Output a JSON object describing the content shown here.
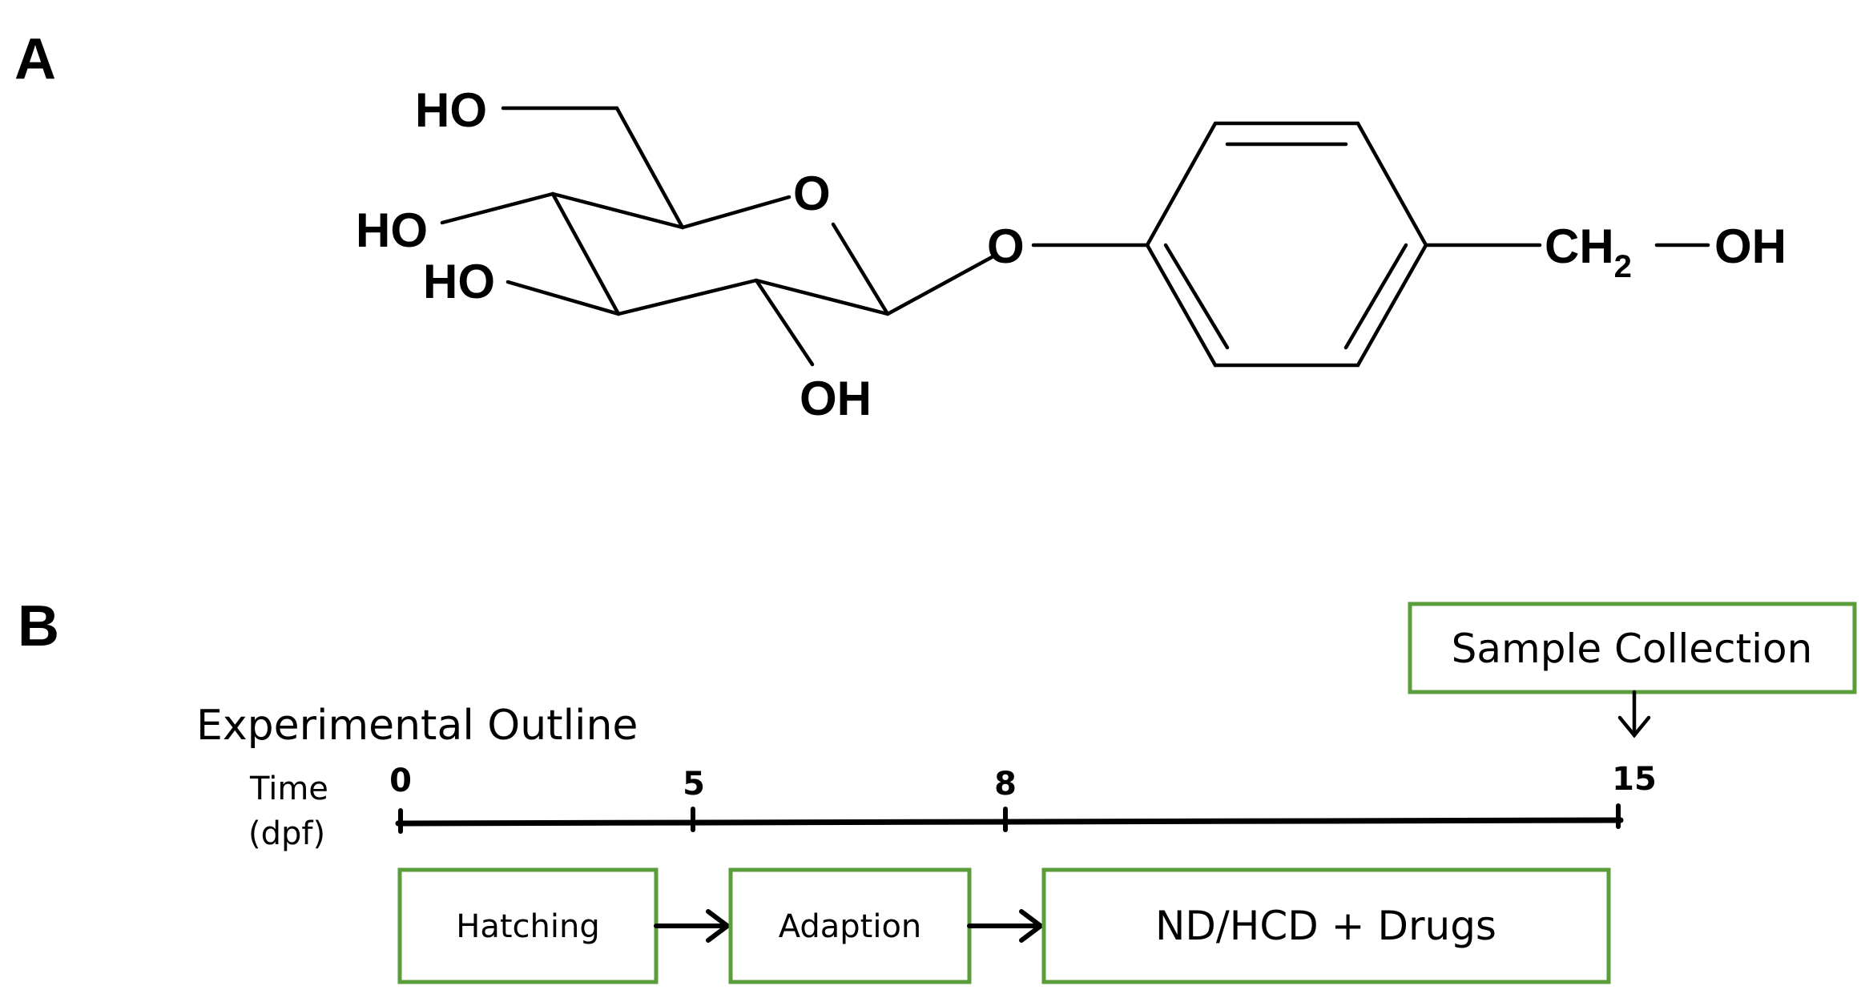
{
  "panel_a": {
    "label": "A",
    "atoms": {
      "ho_top": "HO",
      "o_ring": "O",
      "ho_left": "HO",
      "ho_mid": "HO",
      "oh_bottom": "OH",
      "o_link": "O",
      "ch2": "CH",
      "ch2_sub": "2",
      "oh_right": "OH"
    }
  },
  "panel_b": {
    "label": "B",
    "title": "Experimental Outline",
    "time_label_line1": "Time",
    "time_label_line2": "(dpf)",
    "ticks": [
      "0",
      "5",
      "8",
      "15"
    ],
    "stages": [
      "Hatching",
      "Adaption",
      "ND/HCD + Drugs"
    ],
    "sample_collection": "Sample Collection",
    "colors": {
      "box_border": "#5a9e3c"
    }
  }
}
